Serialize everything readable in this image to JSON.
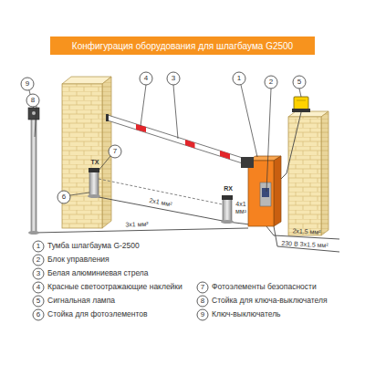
{
  "diagram": {
    "title": "Конфигурация оборудования для шлагбаума G2500",
    "labels": [
      "9",
      "8",
      "4",
      "3",
      "1",
      "2",
      "5",
      "TX",
      "7",
      "6",
      "RX",
      "2x1 мм²",
      "3x1 мм²",
      "4x1 мм²",
      "2x1.5 мм²",
      "230 В 3x1.5 мм²",
      "1",
      "2",
      "3",
      "4",
      "5",
      "6",
      "7",
      "8",
      "9"
    ],
    "legend": [
      {
        "text": "Тумба шлагбаума G-2500"
      },
      {
        "text": "Блок управления"
      },
      {
        "text": "Белая алюминиевая стрела"
      },
      {
        "text": "Красные светоотражающие наклейки"
      },
      {
        "text": "Сигнальная лампа"
      },
      {
        "text": "Стойка для фотоэлементов"
      },
      {
        "text": "Фотоэлементы безопасности"
      },
      {
        "text": "Стойка для ключа-выключателя"
      },
      {
        "text": "Ключ-выключатель"
      }
    ]
  }
}
